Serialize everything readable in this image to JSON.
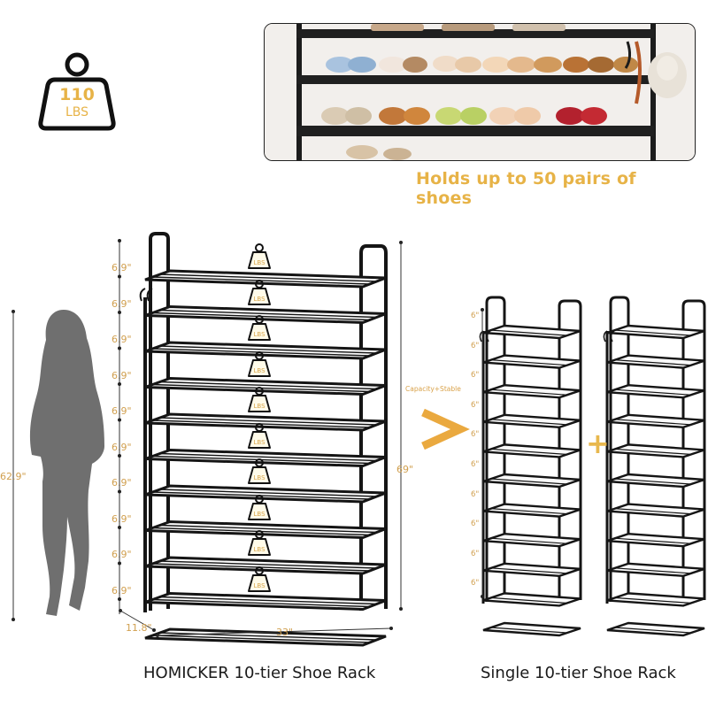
{
  "weight_badge": {
    "value": "110",
    "unit": "LBS",
    "icon": "weight-icon"
  },
  "photo": {
    "caption": "Holds up to 50 pairs of shoes"
  },
  "main_rack": {
    "title": "HOMICKER 10-tier Shoe Rack",
    "tier_spacing": [
      "6.9\"",
      "6.9\"",
      "6.9\"",
      "6.9\"",
      "6.9\"",
      "6.9\"",
      "6.9\"",
      "6.9\"",
      "6.9\"",
      "6.9\""
    ],
    "height": "69\"",
    "width": "33\"",
    "depth": "11.8\"",
    "person_height": "62.9\"",
    "tier_weight": "LBS"
  },
  "comparison": {
    "capacity_label": "Capacity+Stable",
    "plus": "+"
  },
  "single_rack": {
    "title": "Single 10-tier Shoe Rack",
    "tier_spacing": [
      "6\"",
      "6\"",
      "6\"",
      "6\"",
      "6\"",
      "6\"",
      "6\"",
      "6\"",
      "6\"",
      "6\""
    ]
  },
  "colors": {
    "accent": "#e7b347",
    "rack": "#151515",
    "person": "#707070"
  }
}
